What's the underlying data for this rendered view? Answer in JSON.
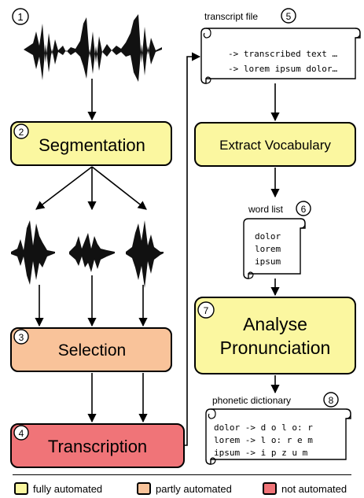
{
  "steps": {
    "s1": {
      "number": "1"
    },
    "s2": {
      "number": "2",
      "label": "Segmentation"
    },
    "s3": {
      "number": "3",
      "label": "Selection"
    },
    "s4": {
      "number": "4",
      "label": "Transcription"
    },
    "s5": {
      "number": "5",
      "title": "transcript  file",
      "lines": [
        "-> transcribed text …",
        "-> lorem ipsum dolor…"
      ]
    },
    "extract": {
      "label": "Extract Vocabulary"
    },
    "s6": {
      "number": "6",
      "title": "word list",
      "words": [
        "dolor",
        "lorem",
        "ipsum"
      ]
    },
    "s7": {
      "number": "7",
      "label_line1": "Analyse",
      "label_line2": "Pronunciation"
    },
    "s8": {
      "number": "8",
      "title": "phonetic  dictionary",
      "entries": [
        "dolor -> d o l o: r",
        "lorem -> l o: r e m",
        "ipsum -> i p z u m"
      ]
    }
  },
  "legend": {
    "fully": "fully automated",
    "partly": "partly automated",
    "not": "not automated"
  },
  "colors": {
    "fully": "#fbf7a0",
    "partly": "#f9c39a",
    "not": "#f07478"
  }
}
